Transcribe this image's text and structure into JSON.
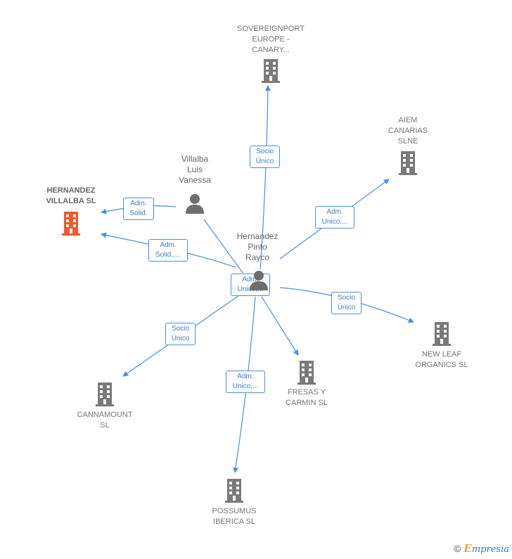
{
  "colors": {
    "edge": "#4a90d9",
    "building": "#7a7a7a",
    "main_building": "#f05a28",
    "person": "#6e6e6e"
  },
  "nodes": {
    "sovereignport": {
      "label": "SOVEREIGNPORT\nEUROPE -\nCANARY..."
    },
    "aiem": {
      "label": "AIEM\nCANARIAS\nSLNE"
    },
    "hernandez_villalba": {
      "label": "HERNANDEZ\nVILLALBA  SL"
    },
    "villalba_luis": {
      "label": "Villalba\nLuis\nVanessa"
    },
    "hernandez_pinto": {
      "label": "Hernandez\nPinto\nRayco"
    },
    "new_leaf": {
      "label": "NEW LEAF\nORGANICS  SL"
    },
    "fresas": {
      "label": "FRESAS Y\nCARMIN  SL"
    },
    "cannamount": {
      "label": "CANNAMOUNT\nSL"
    },
    "possumus": {
      "label": "POSSUMUS\nIBERICA  SL"
    }
  },
  "edges": {
    "e_sovereign": {
      "label": "Socio\nÚnico"
    },
    "e_aiem": {
      "label": "Adm.\nUnico,..."
    },
    "e_villalba_adm": {
      "label": "Adm.\nSolid."
    },
    "e_pinto_adm": {
      "label": "Adm.\nSolid.,..."
    },
    "e_center": {
      "label": "Adm.\nUnico,..."
    },
    "e_newleaf": {
      "label": "Socio\nÚnico"
    },
    "e_cannamount": {
      "label": "Socio\nÚnico"
    },
    "e_possumus": {
      "label": "Adm.\nUnico,..."
    }
  },
  "footer": {
    "copyright": "©",
    "brand_first": "E",
    "brand_rest": "mpresia"
  }
}
